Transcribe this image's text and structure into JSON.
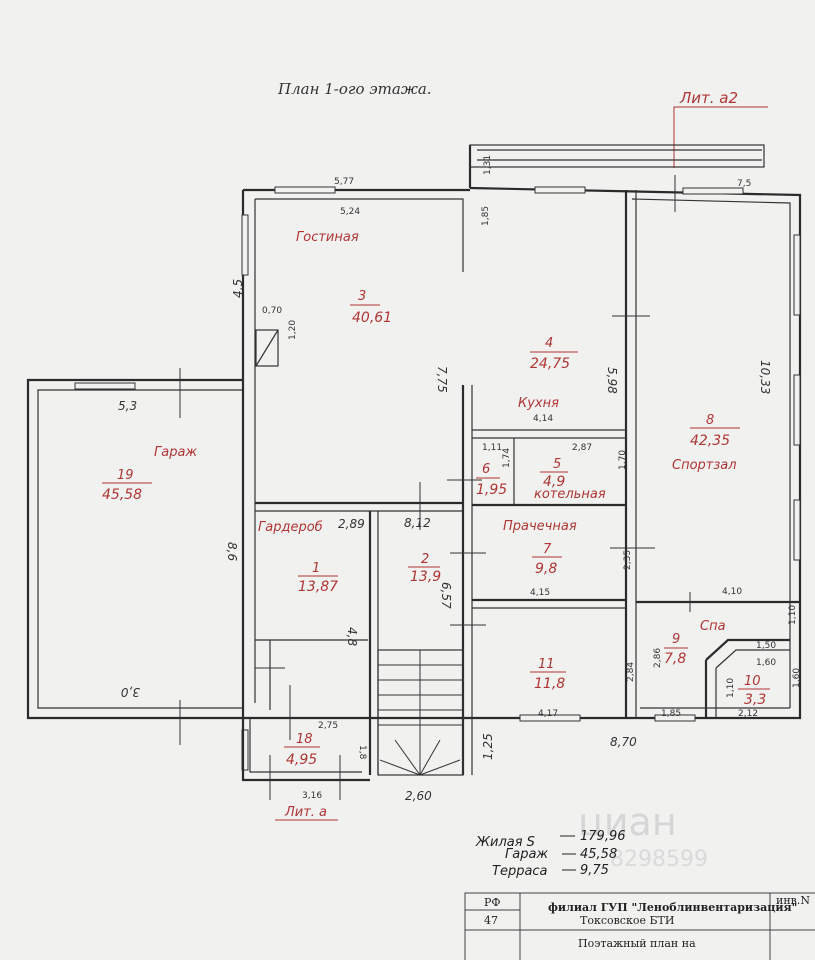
{
  "title": "План 1-ого этажа.",
  "lit_a2": "Лит. а2",
  "lit_a": "Лит. а",
  "rooms": [
    {
      "id": "r3",
      "name": "Гостиная",
      "number": "3",
      "area": "40,61"
    },
    {
      "id": "r4",
      "name": "Кухня",
      "number": "4",
      "area": "24,75"
    },
    {
      "id": "r8",
      "name": "Спортзал",
      "number": "8",
      "area": "42,35"
    },
    {
      "id": "r19",
      "name": "Гараж",
      "number": "19",
      "area": "45,58"
    },
    {
      "id": "r6",
      "name": "",
      "number": "6",
      "area": "1,95"
    },
    {
      "id": "r5",
      "name": "котельная",
      "number": "5",
      "area": "4,9"
    },
    {
      "id": "r1",
      "name": "Гардероб",
      "number": "1",
      "area": "13,87"
    },
    {
      "id": "r2",
      "name": "",
      "number": "2",
      "area": "13,9"
    },
    {
      "id": "r7",
      "name": "Прачечная",
      "number": "7",
      "area": "9,8"
    },
    {
      "id": "r11",
      "name": "",
      "number": "11",
      "area": "11,8"
    },
    {
      "id": "r9",
      "name": "Спа",
      "number": "9",
      "area": "7,8"
    },
    {
      "id": "r10",
      "name": "",
      "number": "10",
      "area": "3,3"
    },
    {
      "id": "r18",
      "name": "",
      "number": "18",
      "area": "4,95"
    }
  ],
  "dimensions": {
    "d577": "5,77",
    "d524": "5,24",
    "d45": "4,5",
    "d070": "0,70",
    "d120": "1,20",
    "d131": "1,31",
    "d185a": "1,85",
    "d75": "7,5",
    "d1033": "10,33",
    "d598": "5,98",
    "d775": "7,75",
    "d414": "4,14",
    "d111": "1,11",
    "d287": "2,87",
    "d174": "1,74",
    "d170": "1,70",
    "d53": "5,3",
    "d86": "8,6",
    "d289": "2,89",
    "d812": "8,12",
    "d657": "6,57",
    "d48": "4,8",
    "d415": "4,15",
    "d235": "2,35",
    "d410": "4,10",
    "d110a": "1,10",
    "d150": "1,50",
    "d160a": "1,60",
    "d286": "2,86",
    "d284": "2,84",
    "d110b": "1,10",
    "d160b": "1,60",
    "d30": "3,0",
    "d275": "2,75",
    "d18": "1,8",
    "d417": "4,17",
    "d185b": "1,85",
    "d212": "2,12",
    "d870": "8,70",
    "d125": "1,25",
    "d316": "3,16",
    "d260": "2,60"
  },
  "summary": [
    {
      "label": "Жилая S",
      "value": "179,96"
    },
    {
      "label": "Гараж",
      "value": "45,58"
    },
    {
      "label": "Терраса",
      "value": "9,75"
    }
  ],
  "stamp": {
    "rf": "РФ",
    "num": "47",
    "org": "филиал ГУП \"Леноблинвентаризация\"",
    "bti": "Токсовское БТИ",
    "inv": "инв.N",
    "plan": "Поэтажный план на"
  },
  "watermark": {
    "brand": "циан",
    "phone": "8298599"
  }
}
